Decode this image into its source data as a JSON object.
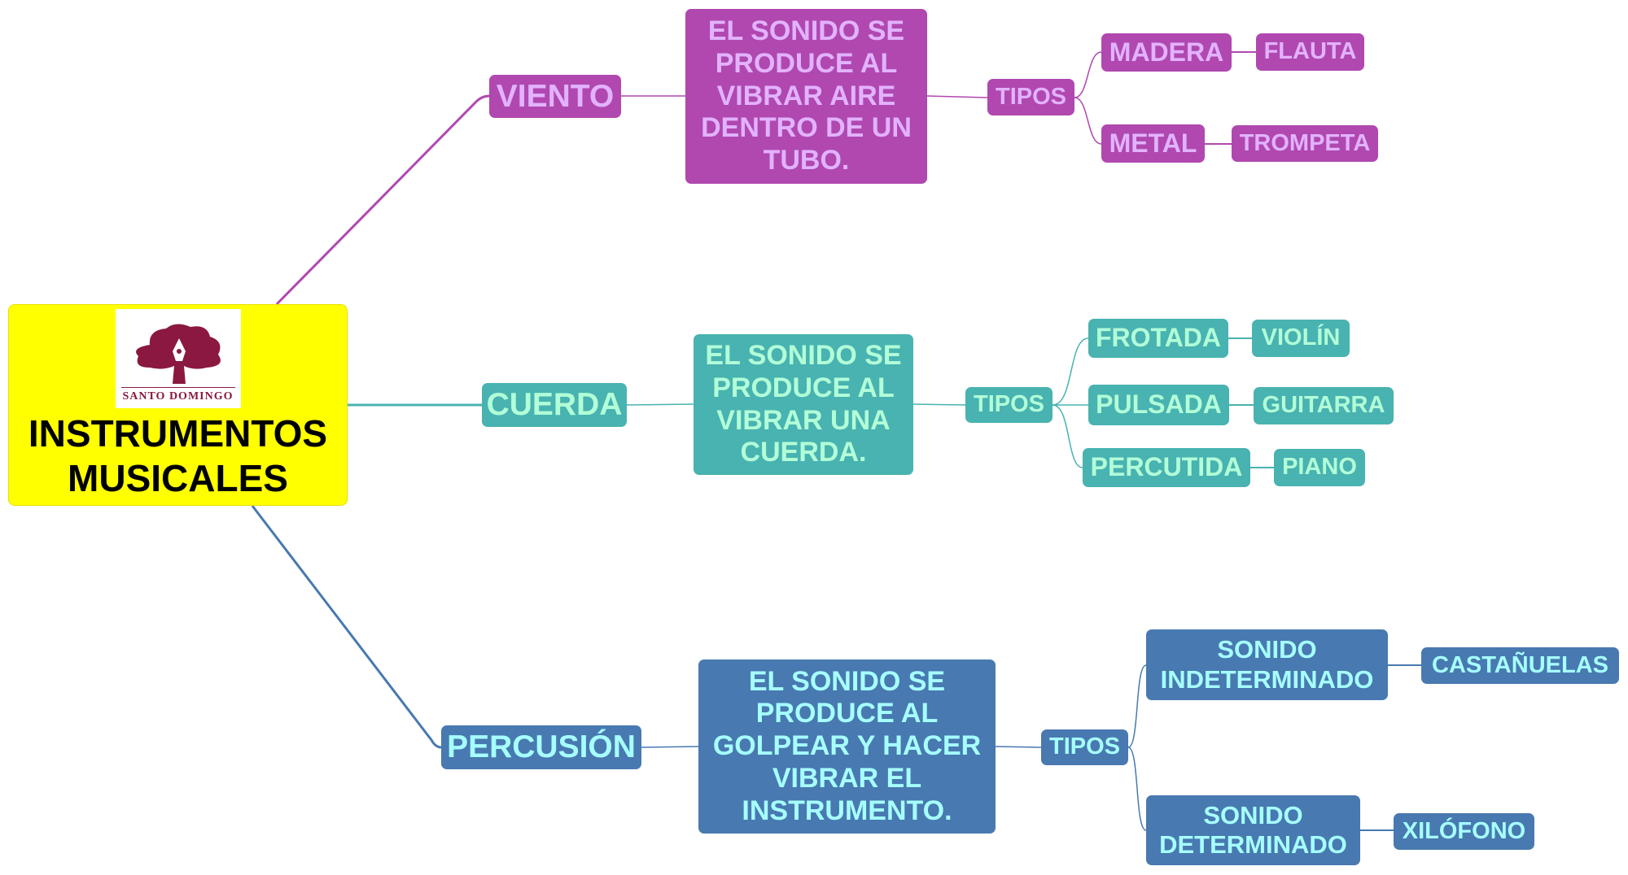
{
  "root": {
    "title": "INSTRUMENTOS\nMUSICALES",
    "logo_text": "SANTO DOMINGO"
  },
  "colors": {
    "viento": "#b048b0",
    "cuerda": "#48b3b0",
    "percusion": "#4879b0",
    "root": "#ffff00",
    "logo": "#8a1840"
  },
  "viento": {
    "label": "VIENTO",
    "description": "EL SONIDO SE\nPRODUCE AL\nVIBRAR AIRE\nDENTRO DE UN\nTUBO.",
    "tipos": "TIPOS",
    "types": [
      {
        "label": "MADERA",
        "example": "FLAUTA"
      },
      {
        "label": "METAL",
        "example": "TROMPETA"
      }
    ]
  },
  "cuerda": {
    "label": "CUERDA",
    "description": "EL SONIDO SE\nPRODUCE AL\nVIBRAR UNA\nCUERDA.",
    "tipos": "TIPOS",
    "types": [
      {
        "label": "FROTADA",
        "example": "VIOLÍN"
      },
      {
        "label": "PULSADA",
        "example": "GUITARRA"
      },
      {
        "label": "PERCUTIDA",
        "example": "PIANO"
      }
    ]
  },
  "percusion": {
    "label": "PERCUSIÓN",
    "description": "EL SONIDO SE\nPRODUCE AL\nGOLPEAR Y HACER\nVIBRAR EL\nINSTRUMENTO.",
    "tipos": "TIPOS",
    "types": [
      {
        "label": "SONIDO\nINDETERMINADO",
        "example": "CASTAÑUELAS"
      },
      {
        "label": "SONIDO\nDETERMINADO",
        "example": "XILÓFONO"
      }
    ]
  }
}
